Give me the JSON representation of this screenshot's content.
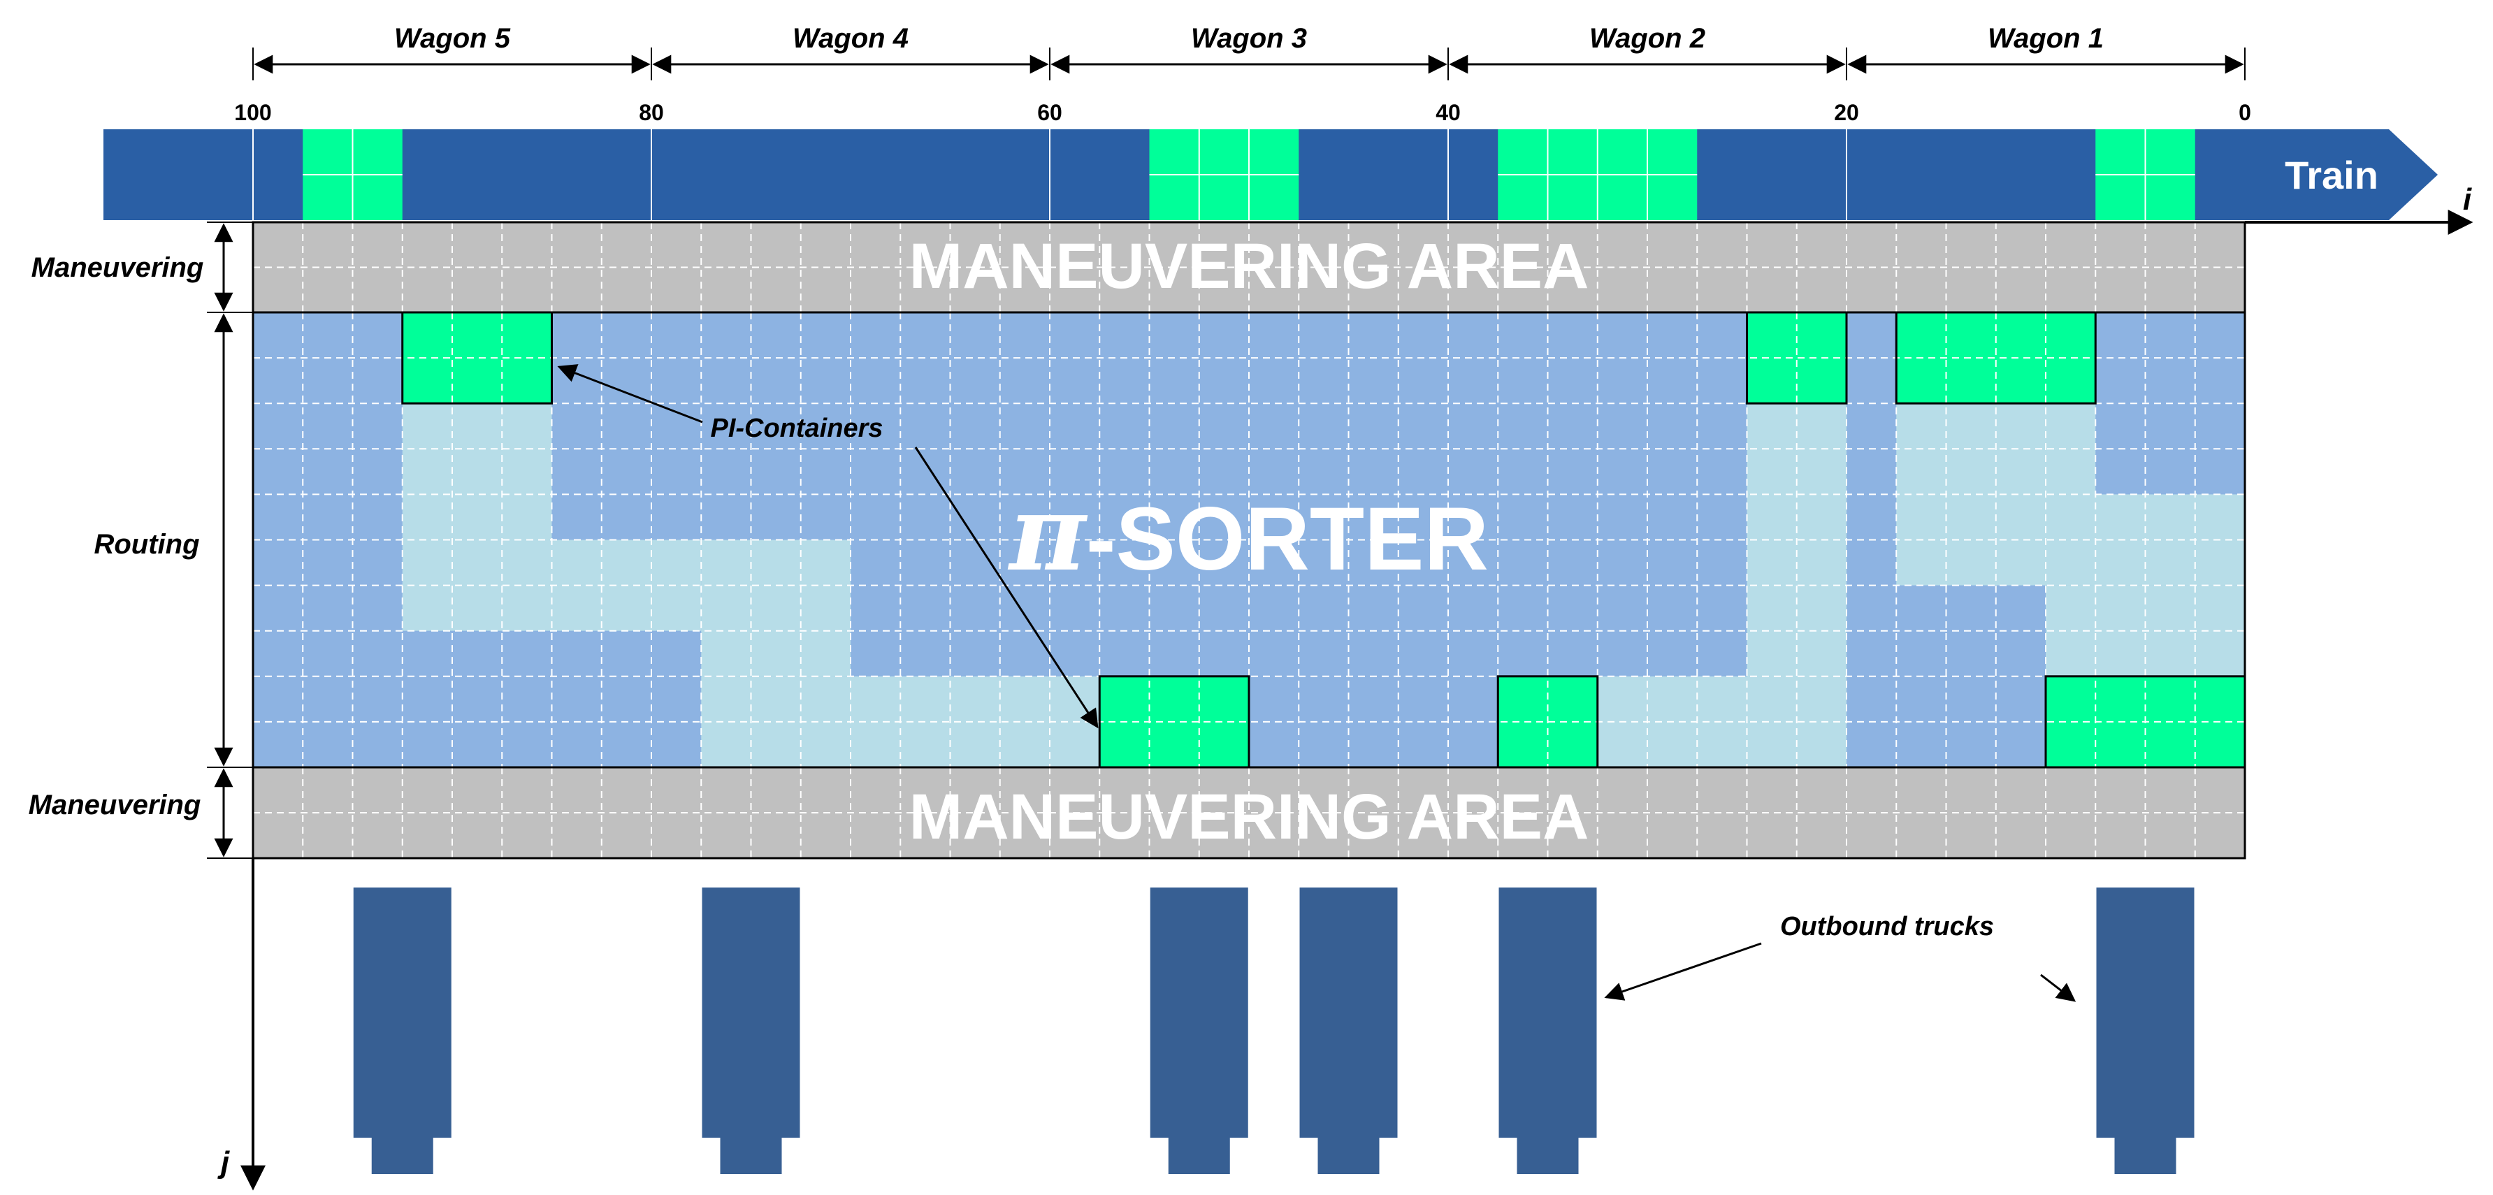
{
  "colors": {
    "train": "#2a5fa5",
    "container": "#00ff99",
    "maneuvering_area": "#c0c0c0",
    "sorter_base": "#8db3e2",
    "sorter_light": "#b7dde8",
    "truck": "#375f93",
    "grid_line": "#ffffff",
    "outline": "#000000"
  },
  "wagons": [
    {
      "label": "Wagon 5"
    },
    {
      "label": "Wagon 4"
    },
    {
      "label": "Wagon 3"
    },
    {
      "label": "Wagon 2"
    },
    {
      "label": "Wagon 1"
    }
  ],
  "position_ticks": [
    "100",
    "80",
    "60",
    "40",
    "20",
    "0"
  ],
  "train_label": "Train",
  "axis_i_label": "i",
  "axis_j_label": "j",
  "zones": {
    "maneuvering_top": {
      "label": "Maneuvering",
      "area_label": "MANEUVERING AREA"
    },
    "routing": {
      "label": "Routing",
      "area_label_symbol": "π",
      "area_label_text": "-SORTER"
    },
    "maneuvering_bottom": {
      "label": "Maneuvering",
      "area_label": "MANEUVERING AREA"
    }
  },
  "annotations": {
    "pi_containers": "PI-Containers",
    "outbound_trucks": "Outbound trucks"
  },
  "grid": {
    "columns": 40,
    "train_rows": 2,
    "maneuver_rows": 2,
    "routing_rows": 10
  },
  "train_containers": [
    {
      "col_start": 1,
      "cols": 2
    },
    {
      "col_start": 18,
      "cols": 3
    },
    {
      "col_start": 25,
      "cols": 4
    },
    {
      "col_start": 37,
      "cols": 2
    }
  ],
  "sorter_containers": [
    {
      "col_start": 3,
      "cols": 3,
      "row_start": 0,
      "rows": 2
    },
    {
      "col_start": 30,
      "cols": 2,
      "row_start": 0,
      "rows": 2
    },
    {
      "col_start": 33,
      "cols": 4,
      "row_start": 0,
      "rows": 2
    },
    {
      "col_start": 17,
      "cols": 3,
      "row_start": 8,
      "rows": 2
    },
    {
      "col_start": 25,
      "cols": 2,
      "row_start": 8,
      "rows": 2
    },
    {
      "col_start": 36,
      "cols": 4,
      "row_start": 8,
      "rows": 2
    }
  ],
  "sorter_light_regions": [
    {
      "col_start": 3,
      "cols": 3,
      "row_start": 2,
      "rows": 5
    },
    {
      "col_start": 6,
      "cols": 3,
      "row_start": 5,
      "rows": 2
    },
    {
      "col_start": 9,
      "cols": 3,
      "row_start": 5,
      "rows": 3
    },
    {
      "col_start": 9,
      "cols": 8,
      "row_start": 8,
      "rows": 2
    },
    {
      "col_start": 27,
      "cols": 3,
      "row_start": 8,
      "rows": 2
    },
    {
      "col_start": 30,
      "cols": 2,
      "row_start": 2,
      "rows": 8
    },
    {
      "col_start": 33,
      "cols": 4,
      "row_start": 2,
      "rows": 4
    },
    {
      "col_start": 36,
      "cols": 4,
      "row_start": 4,
      "rows": 2
    },
    {
      "col_start": 36,
      "cols": 4,
      "row_start": 6,
      "rows": 2
    }
  ],
  "trucks": [
    {
      "col_center": 3
    },
    {
      "col_center": 10
    },
    {
      "col_center": 19
    },
    {
      "col_center": 22
    },
    {
      "col_center": 26
    },
    {
      "col_center": 38
    }
  ]
}
